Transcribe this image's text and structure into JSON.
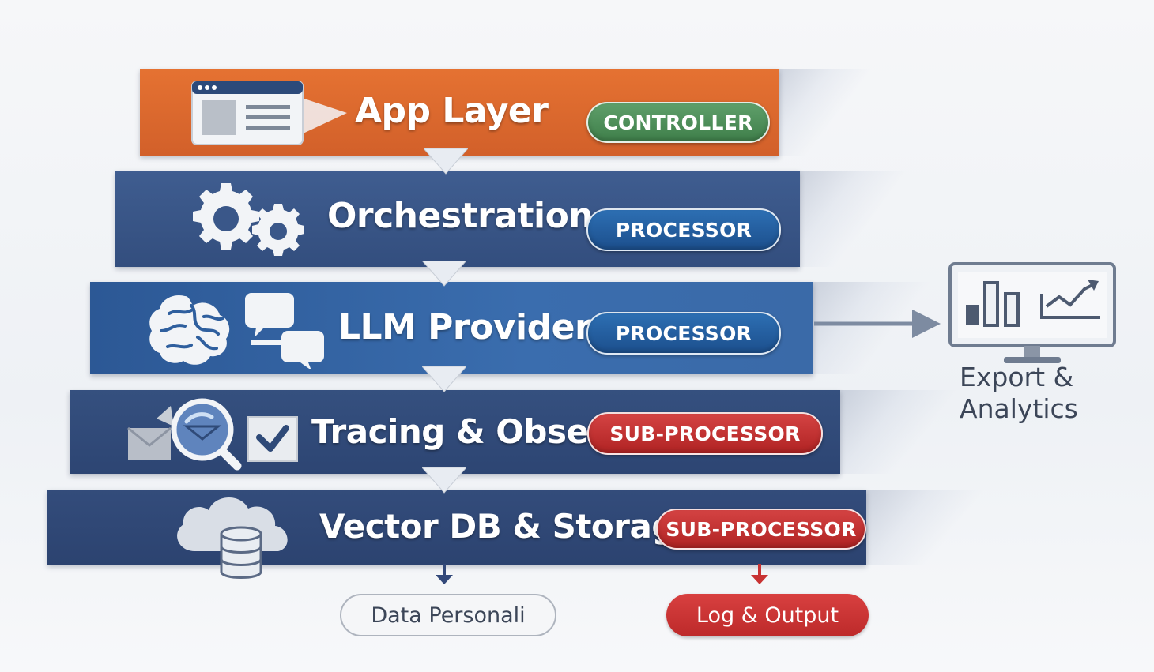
{
  "layers": [
    {
      "title": "App Layer",
      "role": "CONTROLLER",
      "role_color": "green",
      "color": "#dd6a2c",
      "icon": "browser-window-icon"
    },
    {
      "title": "Orchestration",
      "role": "PROCESSOR",
      "role_color": "blue",
      "color": "#3d5a8c",
      "icon": "gears-icon"
    },
    {
      "title": "LLM Provider",
      "role": "PROCESSOR",
      "role_color": "blue",
      "color": "#2f5f9e",
      "icon": "brain-chat-icon"
    },
    {
      "title": "Tracing & Obser",
      "role": "SUB-PROCESSOR",
      "role_color": "red",
      "color": "#33497a",
      "icon": "magnifier-mail-check-icon"
    },
    {
      "title": "Vector DB & Storage",
      "role": "SUB-PROCESSOR",
      "role_color": "red",
      "color": "#304676",
      "icon": "cloud-database-icon"
    }
  ],
  "export": {
    "label_line1": "Export &",
    "label_line2": "Analytics",
    "icon": "monitor-chart-icon"
  },
  "outputs": {
    "data": "Data Personali",
    "log": "Log & Output"
  },
  "colors": {
    "orange": "#dd6a2c",
    "navy": "#33497a",
    "blue": "#2f5f9e",
    "green": "#4f8f5a",
    "red": "#c83232",
    "arrow": "#e8ecf2"
  }
}
